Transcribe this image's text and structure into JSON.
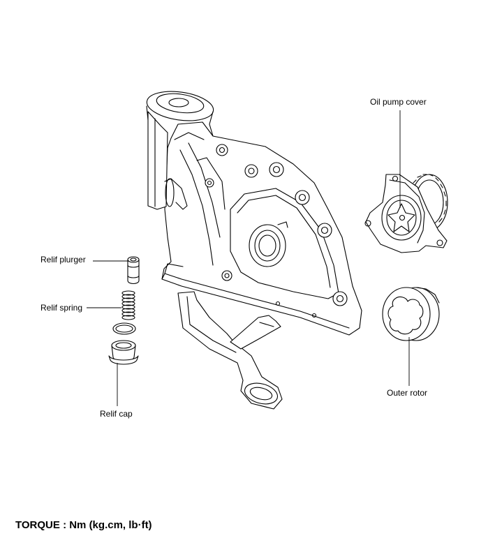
{
  "labels": {
    "oil_pump_cover": "Oil pump cover",
    "relief_plunger": "Relif plurger",
    "relief_spring": "Relif spring",
    "relief_cap": "Relif cap",
    "outer_rotor": "Outer rotor"
  },
  "footer": {
    "torque": "TORQUE : Nm (kg.cm, lb·ft)"
  }
}
